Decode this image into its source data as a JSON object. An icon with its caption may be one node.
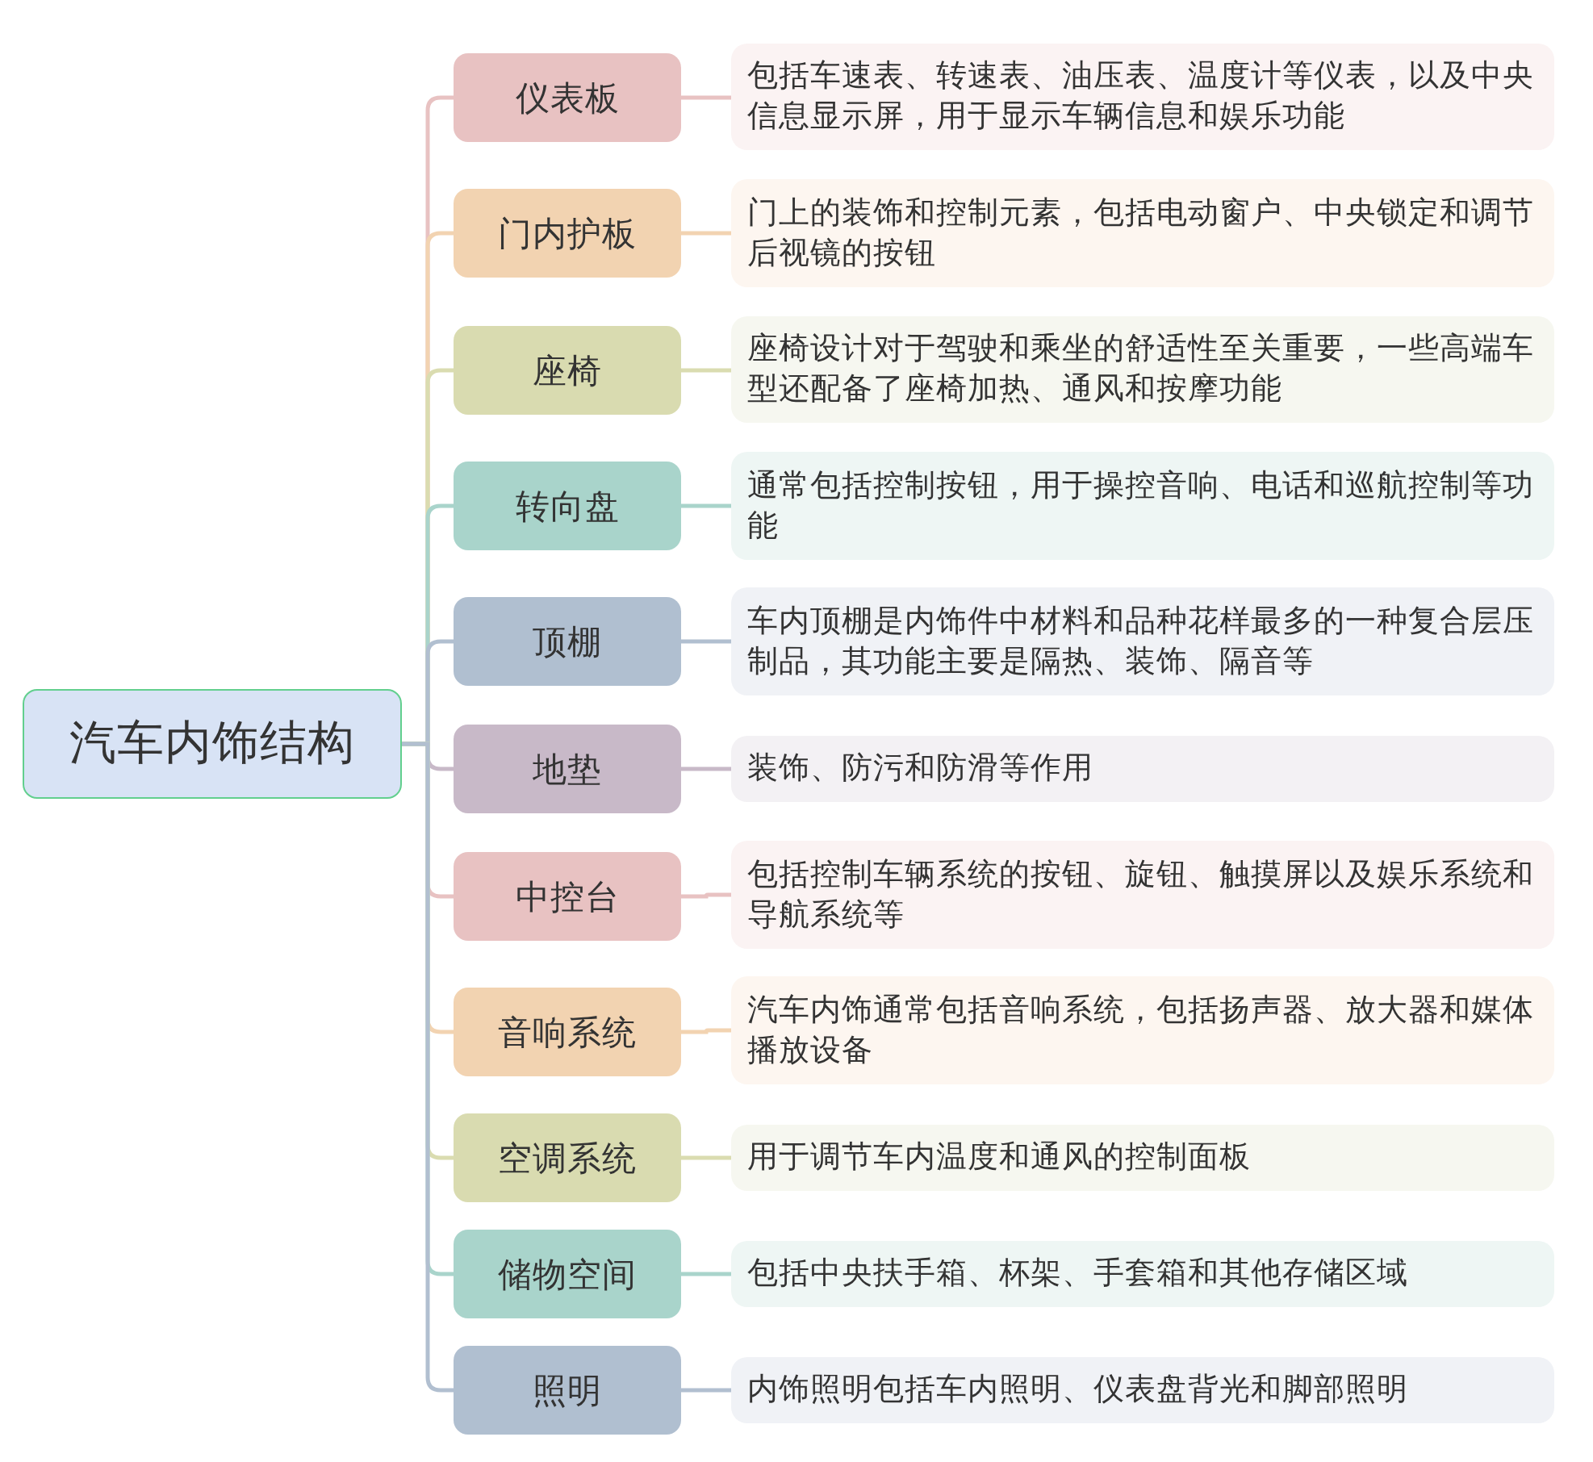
{
  "diagram": {
    "nodes": [
      {
        "text": [
          "汽车内饰结构"
        ]
      },
      {
        "text": [
          "仪表板"
        ]
      },
      {
        "text": [
          "包括车速表、转速表、油压表、温度计等仪表，以及中央信息显示屏，用于显示车辆信息和娱乐功能"
        ]
      },
      {
        "text": [
          "门内护板"
        ]
      },
      {
        "text": [
          "门上的装饰和控制元素，包括电动窗户、中央锁定和调节后视镜的按钮"
        ]
      },
      {
        "text": [
          "座椅"
        ]
      },
      {
        "text": [
          "座椅设计对于驾驶和乘坐的舒适性至关重要，一些高端车型还配备了座椅加热、通风和按摩功能"
        ]
      },
      {
        "text": [
          "转向盘"
        ]
      },
      {
        "text": [
          "通常包括控制按钮，用于操控音响、电话和巡航控制等功能"
        ]
      },
      {
        "text": [
          "顶棚"
        ]
      },
      {
        "text": [
          "车内顶棚是内饰件中材料和品种花样最多的一种复合层压制品，其功能主要是隔热、装饰、隔音等"
        ]
      },
      {
        "text": [
          "地垫"
        ]
      },
      {
        "text": [
          "装饰、防污和防滑等作用"
        ]
      },
      {
        "text": [
          "中控台"
        ]
      },
      {
        "text": [
          "包括控制车辆系统的按钮、旋钮、触摸屏以及娱乐系统和导航系统等"
        ]
      },
      {
        "text": [
          "音响系统"
        ]
      },
      {
        "text": [
          "汽车内饰通常包括音响系统，包括扬声器、放大器和媒体播放设备"
        ]
      },
      {
        "text": [
          "空调系统"
        ]
      },
      {
        "text": [
          "用于调节车内温度和通风的控制面板"
        ]
      },
      {
        "text": [
          "储物空间"
        ]
      },
      {
        "text": [
          "包括中央扶手箱、杯架、手套箱和其他存储区域"
        ]
      },
      {
        "text": [
          "照明"
        ]
      },
      {
        "text": [
          "内饰照明包括车内照明、仪表盘背光和脚部照明"
        ]
      }
    ],
    "edges": [
      {
        "from": 0,
        "to": 1,
        "arrow": "none",
        "color": "#e8c2c2"
      },
      {
        "from": 1,
        "to": 2,
        "arrow": "none",
        "color": "#e8c2c2"
      },
      {
        "from": 0,
        "to": 3,
        "arrow": "none",
        "color": "#f2d3b1"
      },
      {
        "from": 3,
        "to": 4,
        "arrow": "none",
        "color": "#f2d3b1"
      },
      {
        "from": 0,
        "to": 5,
        "arrow": "none",
        "color": "#dadcb0"
      },
      {
        "from": 5,
        "to": 6,
        "arrow": "none",
        "color": "#dadcb0"
      },
      {
        "from": 0,
        "to": 7,
        "arrow": "none",
        "color": "#a9d4cb"
      },
      {
        "from": 7,
        "to": 8,
        "arrow": "none",
        "color": "#a9d4cb"
      },
      {
        "from": 0,
        "to": 9,
        "arrow": "none",
        "color": "#b1bfd0"
      },
      {
        "from": 9,
        "to": 10,
        "arrow": "none",
        "color": "#b1bfd0"
      },
      {
        "from": 0,
        "to": 11,
        "arrow": "none",
        "color": "#c8b9c8"
      },
      {
        "from": 11,
        "to": 12,
        "arrow": "none",
        "color": "#c8b9c8"
      },
      {
        "from": 0,
        "to": 13,
        "arrow": "none",
        "color": "#e8c2c2"
      },
      {
        "from": 13,
        "to": 14,
        "arrow": "none",
        "color": "#e8c2c2"
      },
      {
        "from": 0,
        "to": 15,
        "arrow": "none",
        "color": "#f2d3b1"
      },
      {
        "from": 15,
        "to": 16,
        "arrow": "none",
        "color": "#f2d3b1"
      },
      {
        "from": 0,
        "to": 17,
        "arrow": "none",
        "color": "#dadcb0"
      },
      {
        "from": 17,
        "to": 18,
        "arrow": "none",
        "color": "#dadcb0"
      },
      {
        "from": 0,
        "to": 19,
        "arrow": "none",
        "color": "#a9d4cb"
      },
      {
        "from": 19,
        "to": 20,
        "arrow": "none",
        "color": "#a9d4cb"
      },
      {
        "from": 0,
        "to": 21,
        "arrow": "none",
        "color": "#b1bfd0"
      },
      {
        "from": 21,
        "to": 22,
        "arrow": "none",
        "color": "#b1bfd0"
      }
    ]
  }
}
